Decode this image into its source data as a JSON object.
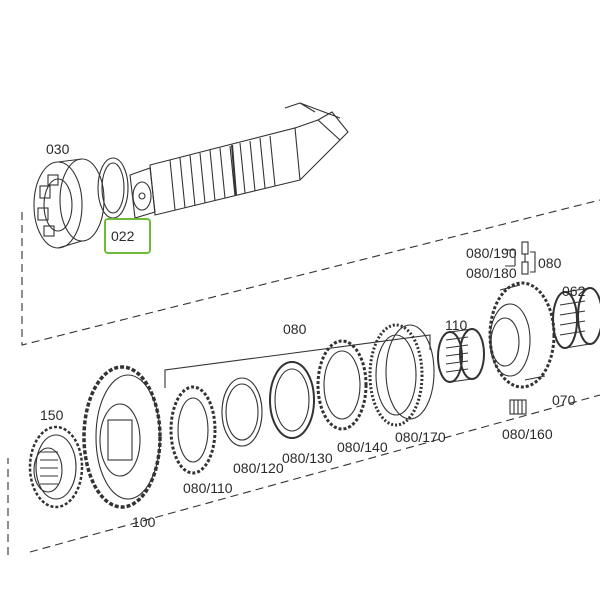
{
  "highlight_color": "#6dbb3a",
  "labels": {
    "p030": "030",
    "p022": "022",
    "p080_190": "080/190",
    "p080_180": "080/180",
    "p080_right": "080",
    "p062": "062",
    "p080_top": "080",
    "p110": "110",
    "p150": "150",
    "p070": "070",
    "p080_160": "080/160",
    "p080_170": "080/170",
    "p080_140": "080/140",
    "p080_130": "080/130",
    "p080_120": "080/120",
    "p080_110": "080/110",
    "p100": "100"
  },
  "selected_part": "022"
}
